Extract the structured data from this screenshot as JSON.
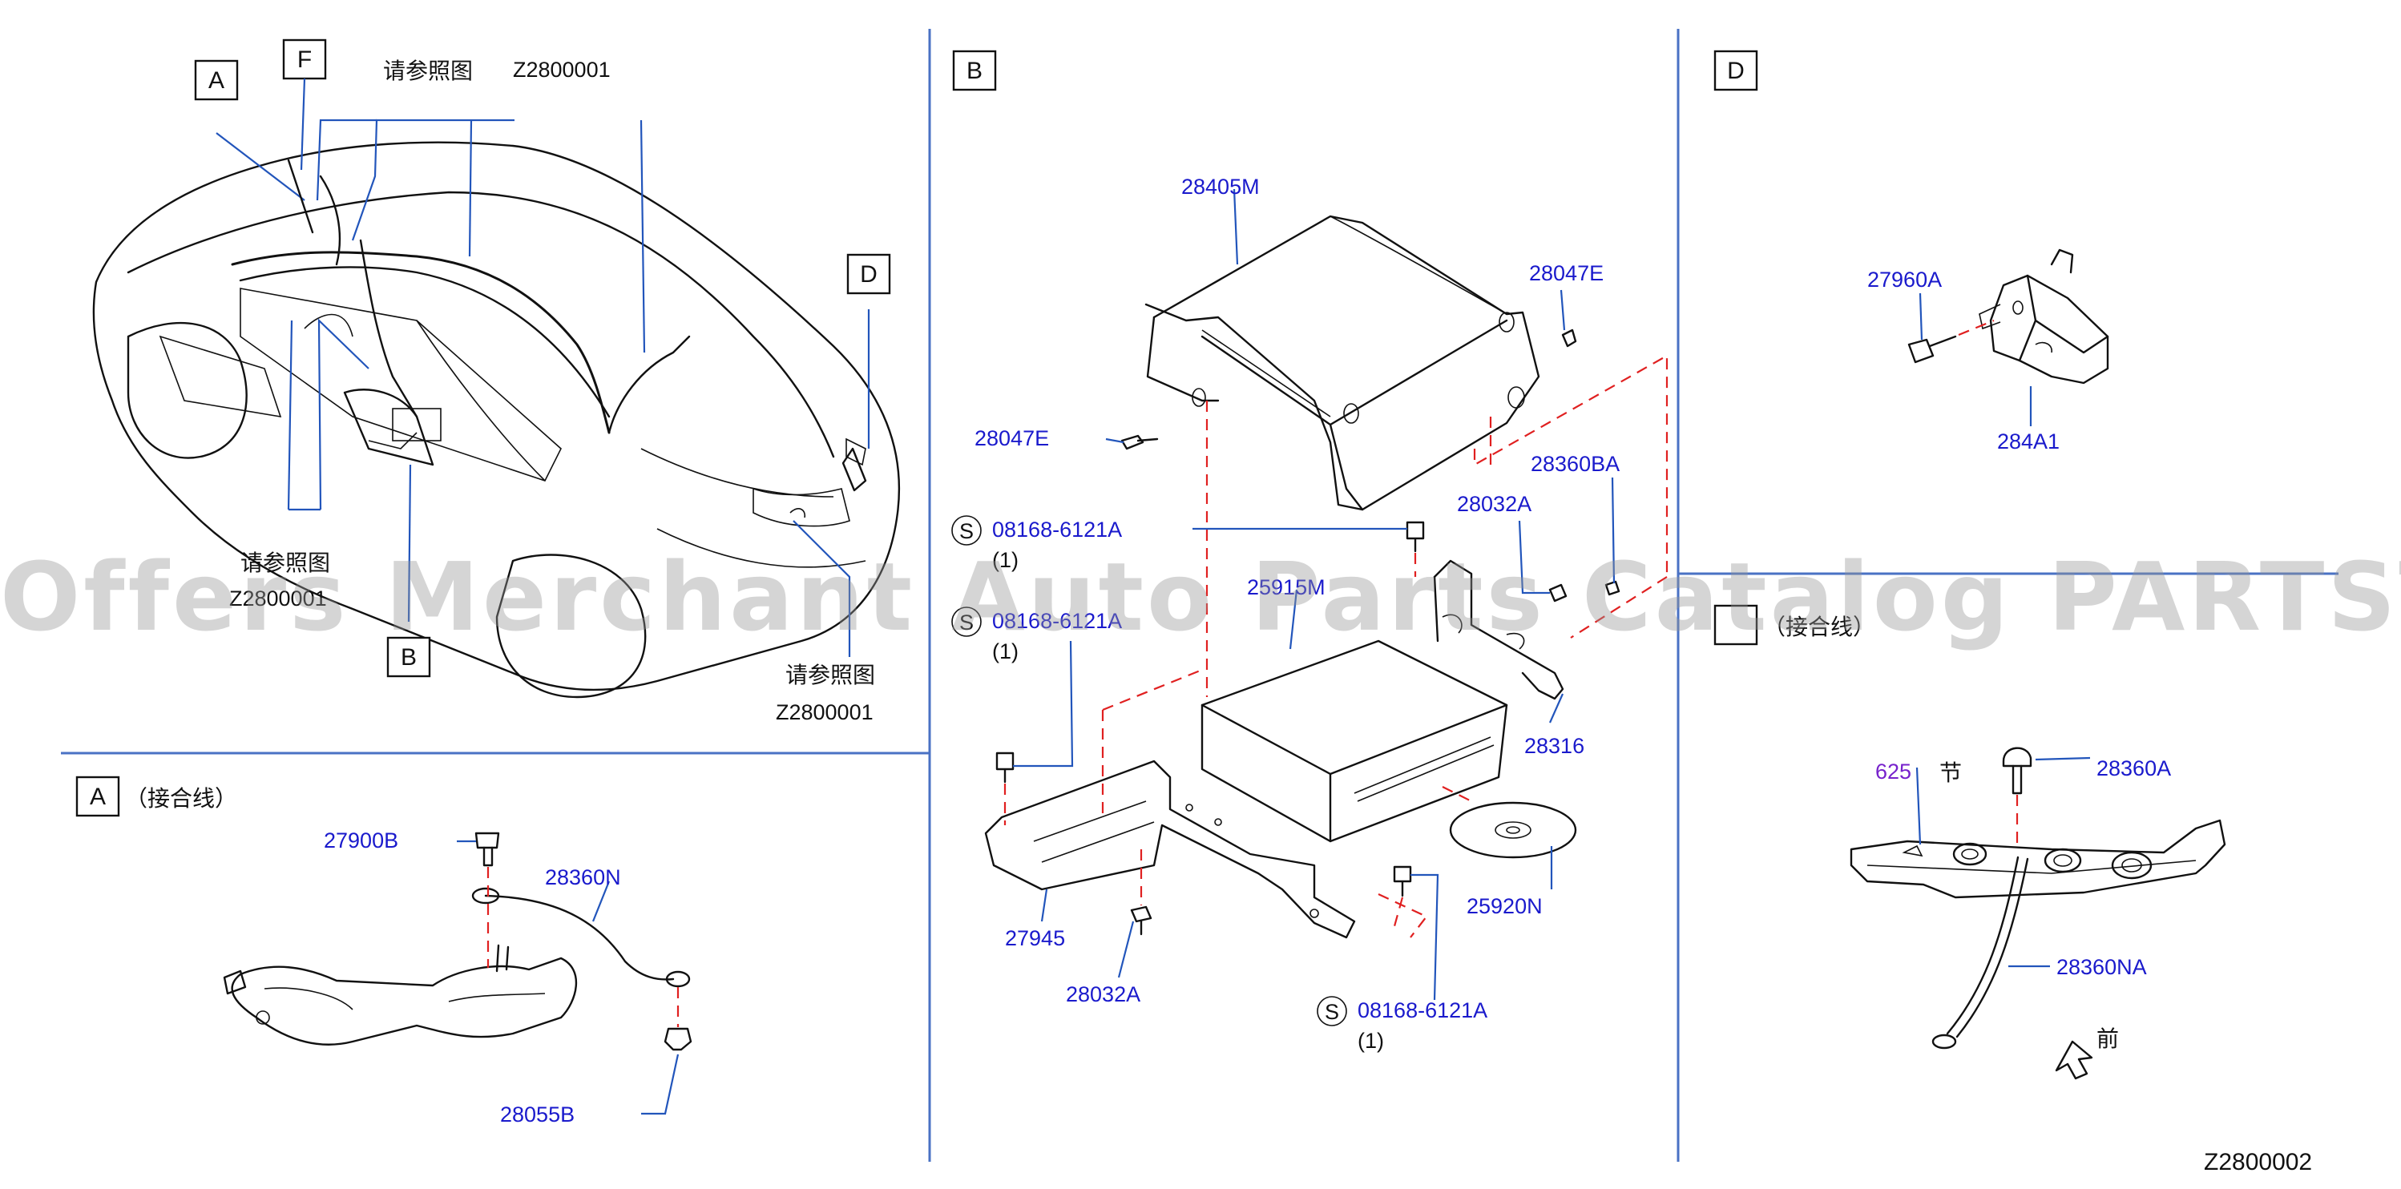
{
  "diagram_code": "Z2800002",
  "section_letters": [
    "A",
    "B",
    "D",
    "F"
  ],
  "joint_suffix": "（接合线）",
  "ref_text": "请参照图",
  "ref_code": "Z2800001",
  "ref_code_partial": "Z2800001",
  "screw_symbol": "S",
  "car_overview": {
    "callouts": [
      "A",
      "F",
      "D",
      "B"
    ]
  },
  "section_a": {
    "title": "A",
    "parts": [
      "27900B",
      "28360N",
      "28055B"
    ]
  },
  "section_b": {
    "title": "B",
    "parts": [
      "28405M",
      "28047E",
      "28047E",
      "28032A",
      "28360BA",
      "25915M",
      "28316",
      "25920N",
      "27945",
      "28032A"
    ],
    "screws": [
      {
        "code": "08168-6121A",
        "qty": "(1)"
      },
      {
        "code": "08168-6121A",
        "qty": "(1)"
      },
      {
        "code": "08168-6121A",
        "qty": "(1)"
      }
    ]
  },
  "section_d": {
    "title": "D",
    "parts": [
      "27960A",
      "284A1"
    ]
  },
  "section_joint": {
    "parts": [
      "625",
      "28360A",
      "28360NA"
    ],
    "section_glyph": "节",
    "front_glyph": "前"
  },
  "watermark": "Offers Merchant Auto Parts Catalog PARTSTORE.SA",
  "colors": {
    "part_label": "#1a1acc",
    "section_code": "#7722cc",
    "leader": "#2255bb",
    "divider": "#4a72c4",
    "dash": "#e02020",
    "line": "#111111"
  }
}
